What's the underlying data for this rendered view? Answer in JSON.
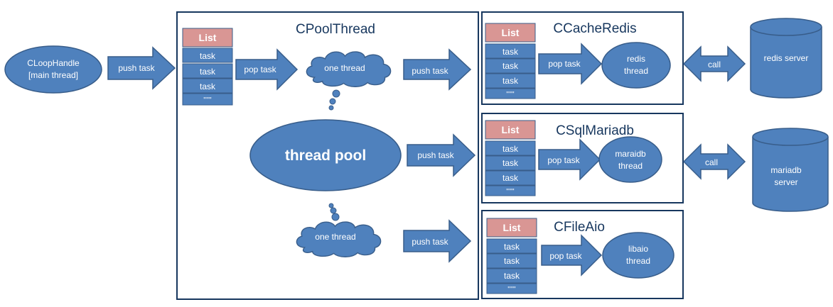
{
  "colors": {
    "fill": "#4f81bd",
    "stroke": "#385d8a",
    "list_header": "#d99694",
    "frame": "#17375e",
    "title": "#17375e",
    "text_on_fill": "#ffffff"
  },
  "main_handle": {
    "line1": "CLoopHandle",
    "line2": "[main  thread]",
    "arrow_label": "push task"
  },
  "pool": {
    "title": "CPoolThread",
    "list_header": "List",
    "list_items": [
      "task",
      "task",
      "task",
      "''''''"
    ],
    "pop_label": "pop task",
    "cloud_top_label": "one thread",
    "push_top_label": "push task",
    "pool_label": "thread pool",
    "push_mid_label": "push task",
    "cloud_bottom_label": "one thread",
    "push_bottom_label": "push task"
  },
  "redis": {
    "title": "CCacheRedis",
    "list_header": "List",
    "list_items": [
      "task",
      "task",
      "task",
      "''''''"
    ],
    "pop_label": "pop task",
    "thread_line1": "redis",
    "thread_line2": "thread",
    "call_label": "call",
    "server_line1": "redis server",
    "server_line2": ""
  },
  "mariadb": {
    "title": "CSqlMariadb",
    "list_header": "List",
    "list_items": [
      "task",
      "task",
      "task",
      "''''''"
    ],
    "pop_label": "pop task",
    "thread_line1": "maraidb",
    "thread_line2": "thread",
    "call_label": "call",
    "server_line1": "mariadb",
    "server_line2": "server"
  },
  "fileaio": {
    "title": "CFileAio",
    "list_header": "List",
    "list_items": [
      "task",
      "task",
      "task",
      "''''''"
    ],
    "pop_label": "pop task",
    "thread_line1": "libaio",
    "thread_line2": "thread"
  }
}
